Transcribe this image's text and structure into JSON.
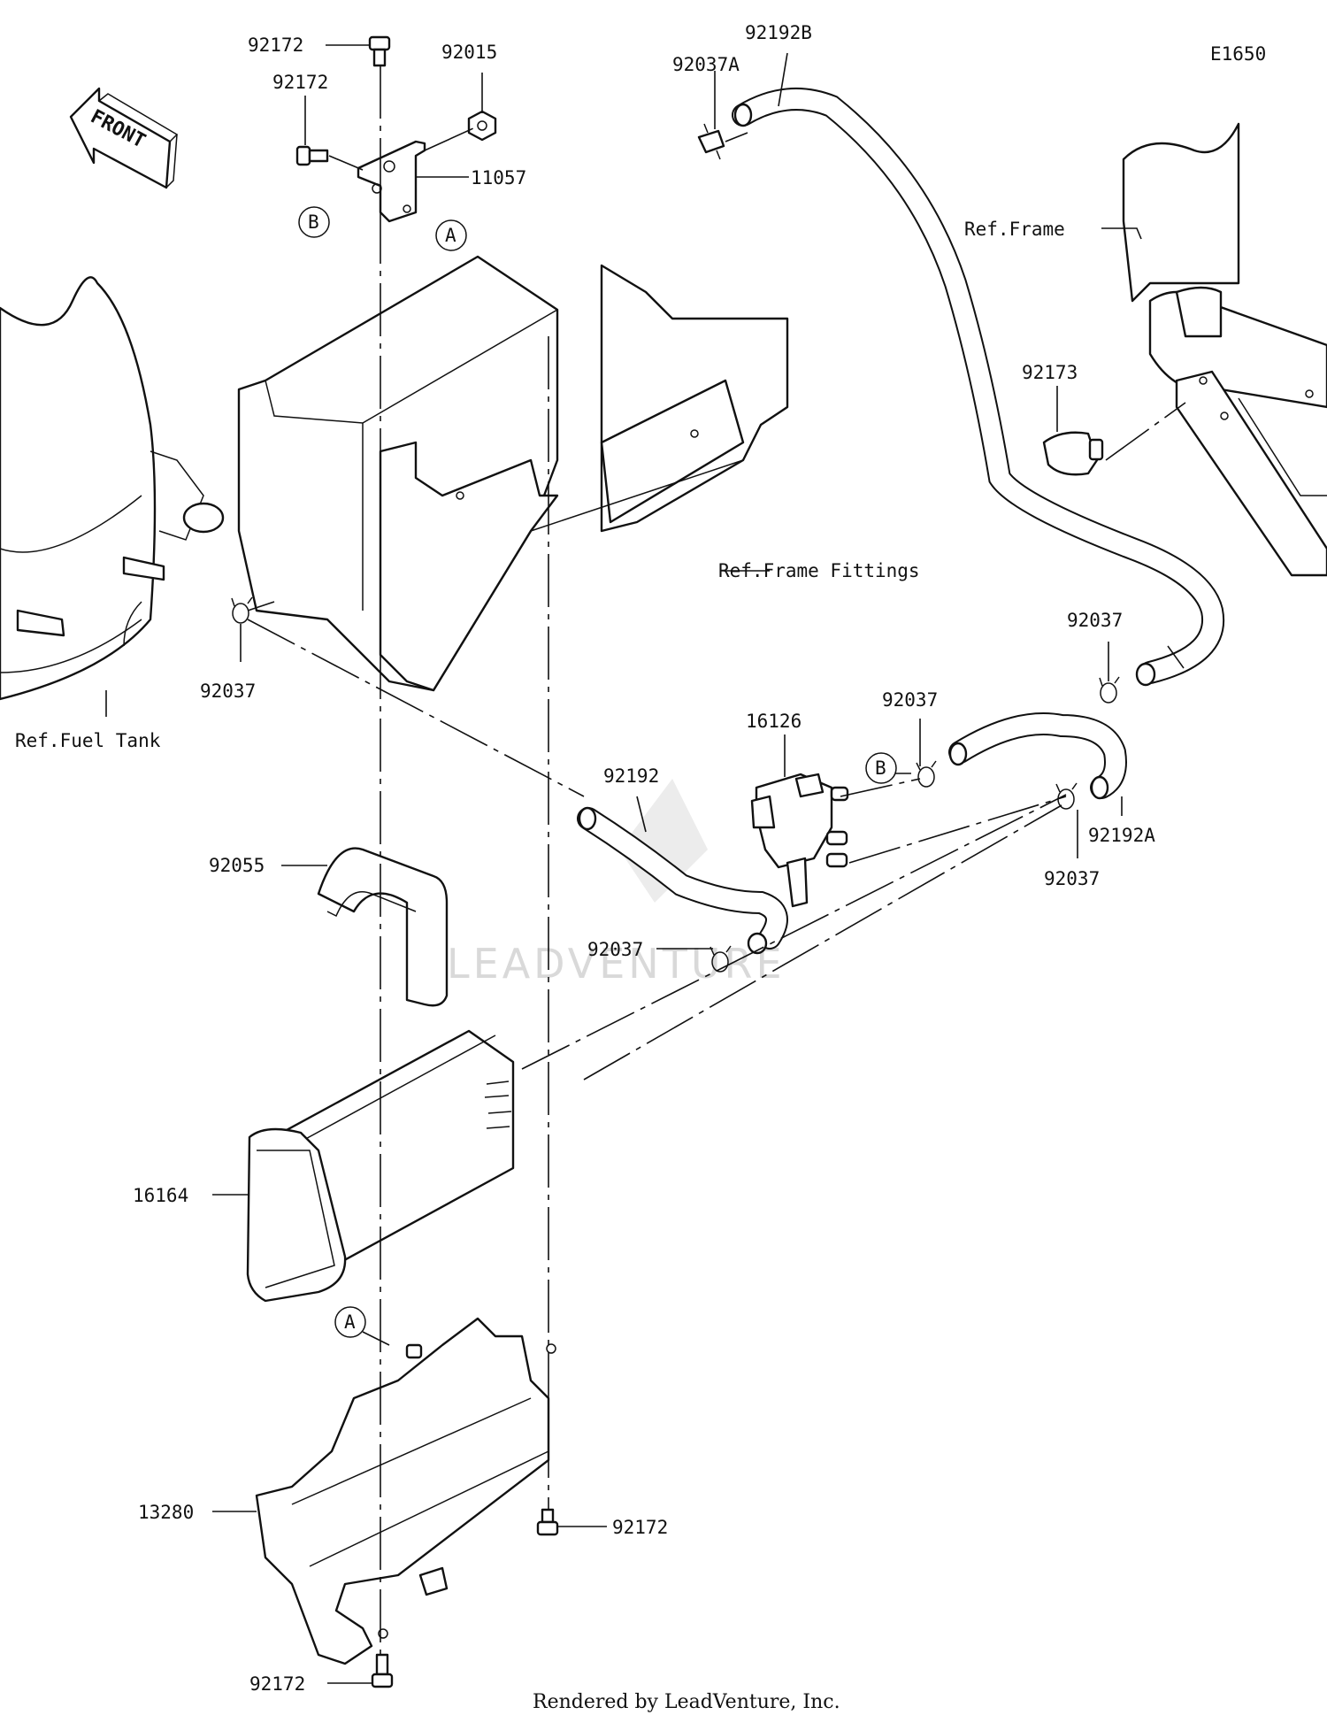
{
  "diagram_code": "E1650",
  "front_label": "FRONT",
  "circle_markers": {
    "a": "A",
    "b": "B"
  },
  "callouts": {
    "p92172_top": "92172",
    "p92172_left": "92172",
    "p92015": "92015",
    "p11057": "11057",
    "p92037A": "92037A",
    "p92192B": "92192B",
    "ref_frame": "Ref.Frame",
    "p92173": "92173",
    "ref_frame_fittings": "Ref.Frame Fittings",
    "p92037_left": "92037",
    "ref_fuel_tank": "Ref.Fuel Tank",
    "p92037_right_top": "92037",
    "p16126": "16126",
    "p92037_mid": "92037",
    "p92192": "92192",
    "p92192A": "92192A",
    "p92037_right_low": "92037",
    "p92055": "92055",
    "p92037_low": "92037",
    "p16164": "16164",
    "p13280": "13280",
    "p92172_right_low": "92172",
    "p92172_bottom": "92172"
  },
  "watermark": "LEADVENTURE",
  "footer": "Rendered by LeadVenture, Inc.",
  "colors": {
    "line": "#111111",
    "background": "#ffffff",
    "watermark": "#d9d9d9"
  }
}
